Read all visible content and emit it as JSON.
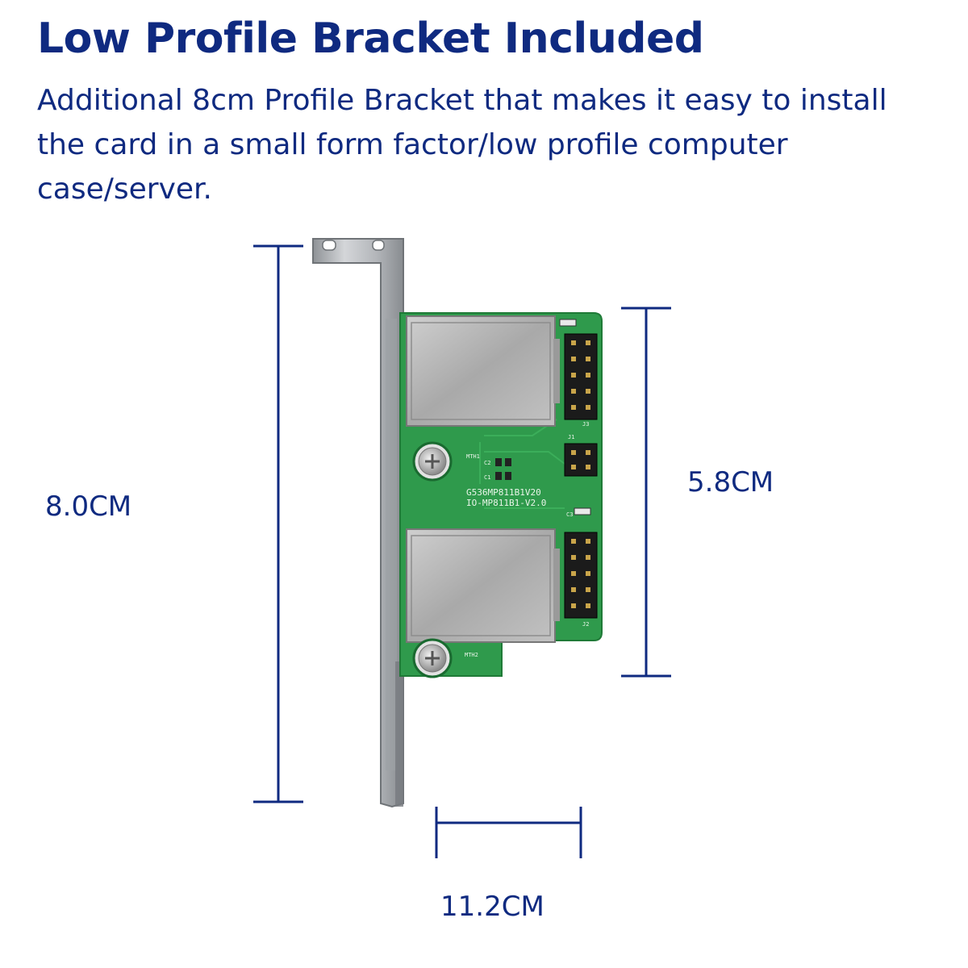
{
  "heading": {
    "title": "Low Profile Bracket Included",
    "description": "Additional 8cm Profile Bracket that makes it easy to install the card in a small form factor/low profile computer case/server."
  },
  "dimensions": {
    "bracket_height": "8.0CM",
    "board_height": "5.8CM",
    "board_width": "11.2CM"
  },
  "pcb": {
    "model_line1": "G536MP811B1V20",
    "model_line2": "IO-MP811B1-V2.0",
    "mount_hole_1": "MTH1",
    "mount_hole_2": "MTH2",
    "header_j1": "J1",
    "header_j2": "J2",
    "header_j3": "J3",
    "cap_c1": "C1",
    "cap_c2": "C2",
    "cap_c3": "C3"
  },
  "colors": {
    "text_blue": "#0f2a80",
    "pcb_green": "#2f9a4c",
    "bracket_silver": "#b9bcc0"
  }
}
